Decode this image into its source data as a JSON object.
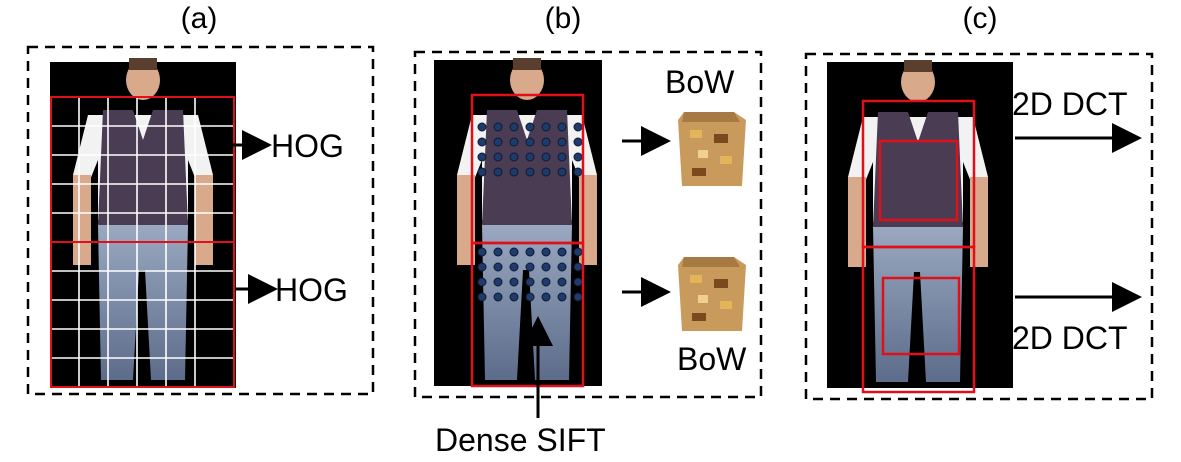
{
  "panels": [
    {
      "label": "(a)",
      "arrows": [
        "HOG",
        "HOG"
      ]
    },
    {
      "label": "(b)",
      "arrows": [
        "BoW",
        "BoW"
      ],
      "caption": "Dense SIFT"
    },
    {
      "label": "(c)",
      "arrows": [
        "2D DCT",
        "2D DCT"
      ]
    }
  ],
  "colors": {
    "box_outline": "#e0101a",
    "grid": "#ffffff",
    "sift_dot": "#1f3b6b",
    "background_photo": "#000000"
  }
}
